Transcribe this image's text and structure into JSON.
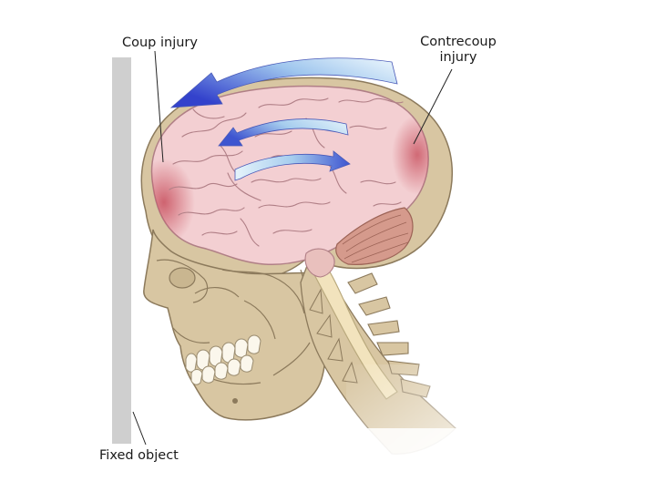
{
  "labels": {
    "coup": "Coup injury",
    "contrecoup_line1": "Contrecoup",
    "contrecoup_line2": "injury",
    "fixed_object": "Fixed object"
  },
  "colors": {
    "wall": "#cfcfcf",
    "skull": "#d8c6a2",
    "skull_outline": "#8c7a5c",
    "brain": "#f3cfd2",
    "brain_outline": "#b07f86",
    "injury": "#c8505e",
    "cerebellum": "#d59a8c",
    "spinal_cord": "#f2e3bd",
    "arrow_dark": "#3a4fd0",
    "arrow_light": "#e3f4fb",
    "leader_line": "#222222"
  },
  "icons": {
    "large_arrow": "curved-arrow-left",
    "upper_brain_arrow": "curved-arrow-left",
    "lower_brain_arrow": "curved-arrow-right"
  }
}
